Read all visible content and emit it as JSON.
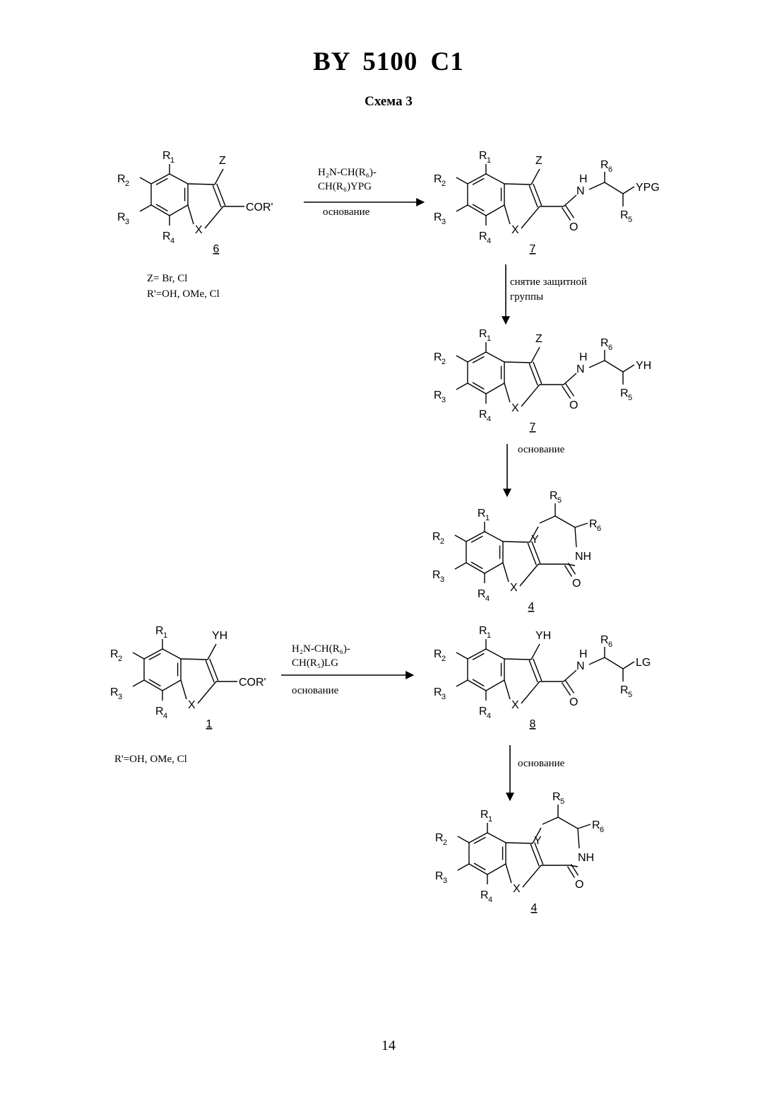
{
  "header": {
    "patent_number": "BY  5100  C1",
    "scheme_title": "Схема 3"
  },
  "footer": {
    "page_number": "14"
  },
  "compounds": [
    {
      "id": "c6",
      "number": "6",
      "z": "Z",
      "side": "COR'"
    },
    {
      "id": "c7a",
      "number": "7",
      "z": "Z",
      "side_end": "YPG"
    },
    {
      "id": "c7b",
      "number": "7",
      "z": "Z",
      "side_end": "YH"
    },
    {
      "id": "c4a",
      "number": "4"
    },
    {
      "id": "c1",
      "number": "1",
      "z": "YH",
      "side": "COR'"
    },
    {
      "id": "c8",
      "number": "8",
      "z": "YH",
      "side_end": "LG"
    },
    {
      "id": "c4b",
      "number": "4"
    }
  ],
  "labels": {
    "R1": "R",
    "R1_sub": "1",
    "R2": "R",
    "R2_sub": "2",
    "R3": "R",
    "R3_sub": "3",
    "R4": "R",
    "R4_sub": "4",
    "R5": "R",
    "R5_sub": "5",
    "R6": "R",
    "R6_sub": "6",
    "X": "X",
    "O": "O",
    "N": "N",
    "H": "H",
    "NH": "NH",
    "Y": "Y"
  },
  "notes": {
    "c6_z": "Z= Br, Cl",
    "c6_r": "R'=OH, OMe, Cl",
    "c1_r": "R'=OH, OMe, Cl"
  },
  "reactions": {
    "step1_reagent_line1": "H₂N-CH(R₆)-",
    "step1_reagent_line2": "CH(R₆)YPG",
    "step1_base": "основание",
    "step2_line1": "снятие защитной",
    "step2_line2": "группы",
    "step3_base": "основание",
    "step4_reagent_line1": "H₂N-CH(R₆)-",
    "step4_reagent_line2": "CH(R₅)LG",
    "step4_base": "основание",
    "step5_base": "основание"
  }
}
